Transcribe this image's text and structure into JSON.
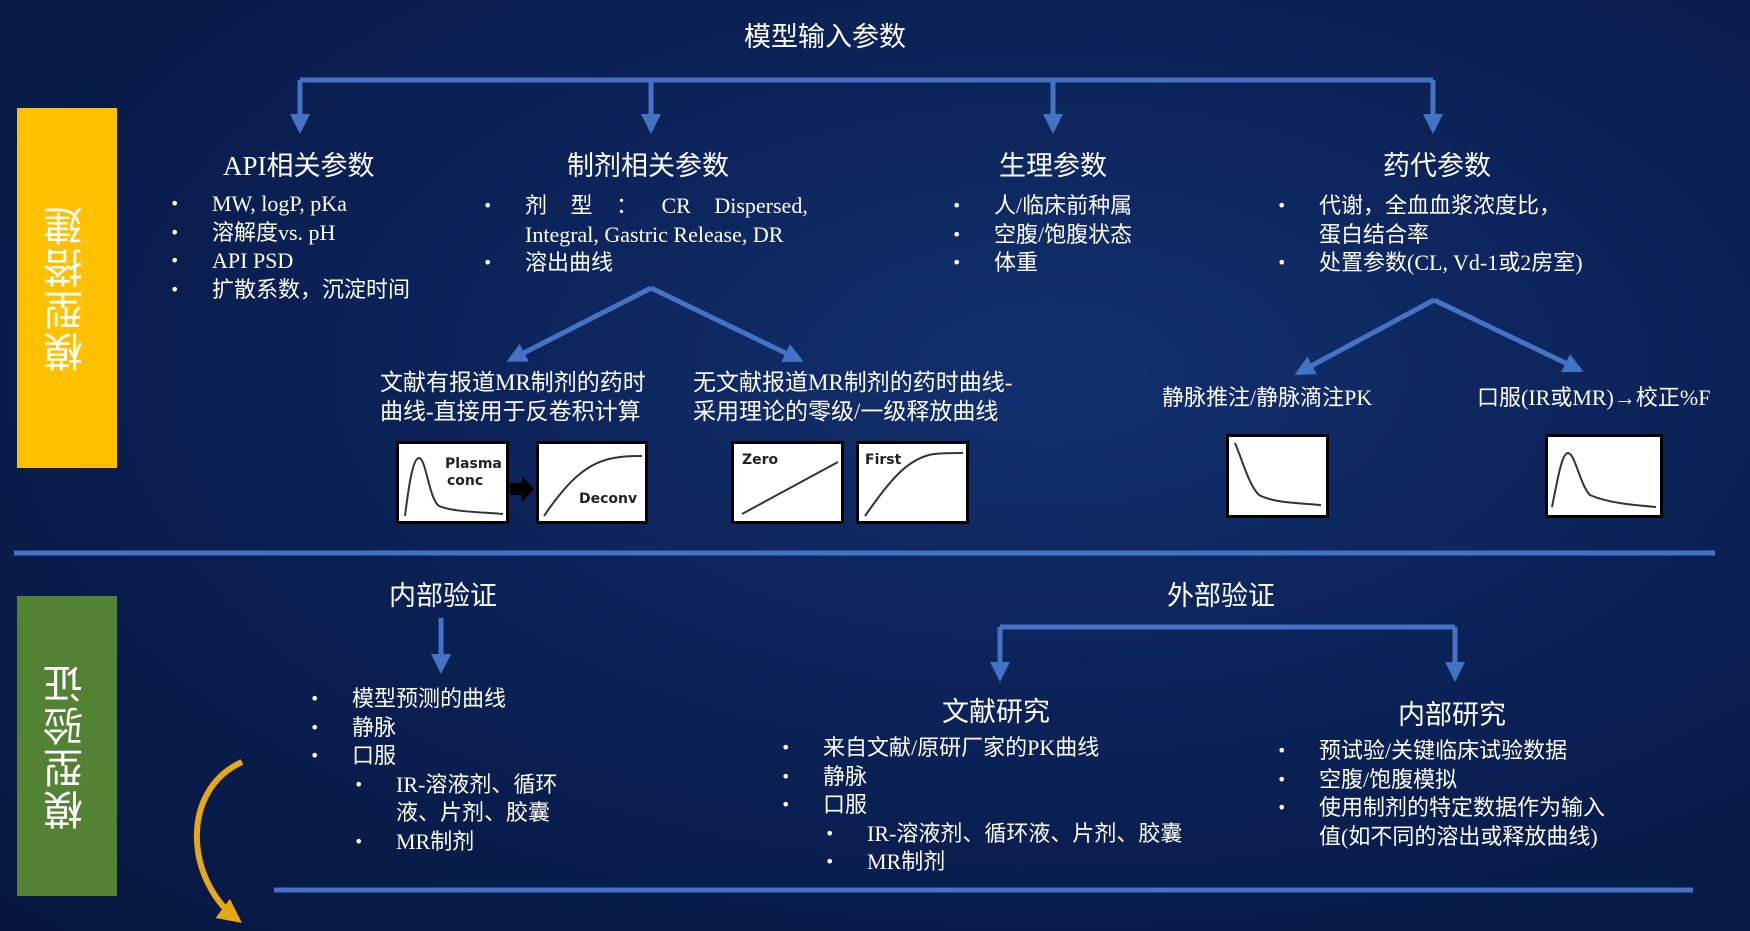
{
  "top_title": "模型输入参数",
  "side": {
    "build": "模型搭建",
    "verify": "模型验证"
  },
  "build": {
    "api": {
      "title": "API相关参数",
      "items": [
        "MW, logP, pKa",
        "溶解度vs. pH",
        "API PSD",
        "扩散系数，沉淀时间"
      ]
    },
    "formulation": {
      "title": "制剂相关参数",
      "items": [
        "剂 型 ： CR Dispersed,",
        "Integral, Gastric Release, DR",
        "溶出曲线"
      ]
    },
    "physiology": {
      "title": "生理参数",
      "items": [
        "人/临床前种属",
        "空腹/饱腹状态",
        "体重"
      ]
    },
    "pk": {
      "title": "药代参数",
      "items": [
        "代谢，全血血浆浓度比，",
        "蛋白结合率",
        "处置参数(CL, Vd-1或2房室)"
      ]
    },
    "branch_reported": [
      "文献有报道MR制剂的药时",
      "曲线-直接用于反卷积计算"
    ],
    "branch_unreported": [
      "无文献报道MR制剂的药时曲线-",
      "采用理论的零级/一级释放曲线"
    ],
    "branch_iv": "静脉推注/静脉滴注PK",
    "branch_oral": "口服(IR或MR)→校正%F",
    "plot_labels": {
      "plasma": "Plasma",
      "conc": "conc",
      "deconv": "Deconv",
      "zero": "Zero",
      "first": "First"
    }
  },
  "verify": {
    "internal": {
      "title": "内部验证",
      "items": [
        "模型预测的曲线",
        "静脉",
        "口服"
      ],
      "subitems": [
        "IR-溶液剂、循环",
        "液、片剂、胶囊",
        "MR制剂"
      ]
    },
    "external": {
      "title": "外部验证"
    },
    "literature": {
      "title": "文献研究",
      "items": [
        "来自文献/原研厂家的PK曲线",
        "静脉",
        "口服"
      ],
      "subitems": [
        "IR-溶液剂、循环液、片剂、胶囊",
        "MR制剂"
      ]
    },
    "inhouse": {
      "title": "内部研究",
      "items": [
        "预试验/关键临床试验数据",
        "空腹/饱腹模拟",
        "使用制剂的特定数据作为输入",
        "值(如不同的溶出或释放曲线)"
      ]
    }
  },
  "colors": {
    "line": "#4472c4",
    "build_band": "#ffc000",
    "verify_band": "#548235",
    "curve_arrow": "#e6a817"
  }
}
